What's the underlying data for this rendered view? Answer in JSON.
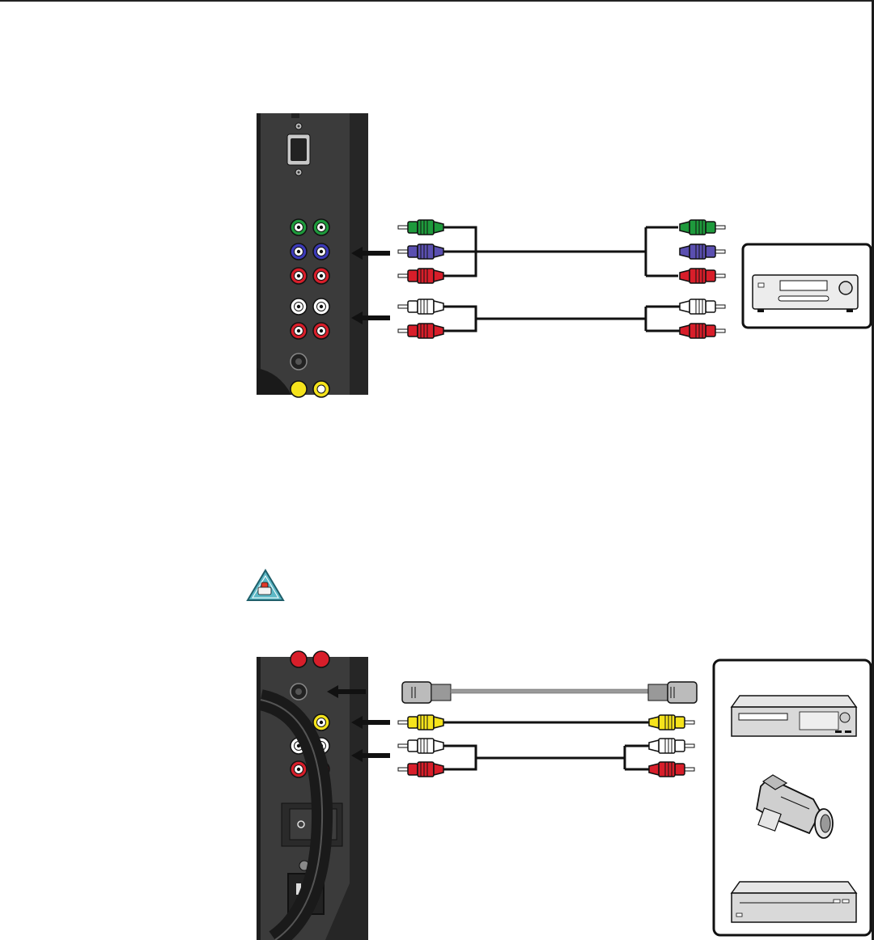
{
  "page": {
    "colors": {
      "panel": "#3d3d3d",
      "panel_edge": "#222222",
      "green": "#1e9a3c",
      "blue": "#5a4fb0",
      "red": "#d81e2a",
      "white": "#ffffff",
      "yellow": "#f5e31c",
      "gray_cable": "#9a9a9a",
      "note_icon": "#5cb8c6"
    },
    "figure_top": {
      "title": "",
      "source_device": "av-receiver-icon",
      "connections": [
        "component-video-cable",
        "analog-audio-cable"
      ]
    },
    "note": {
      "icon": "note-hand-icon"
    },
    "figure_bottom": {
      "title": "",
      "source_devices": [
        "vcr-icon",
        "camcorder-icon",
        "dvd-player-icon"
      ],
      "connections": [
        "s-video-cable",
        "composite-video-cable",
        "analog-audio-cable"
      ]
    }
  }
}
